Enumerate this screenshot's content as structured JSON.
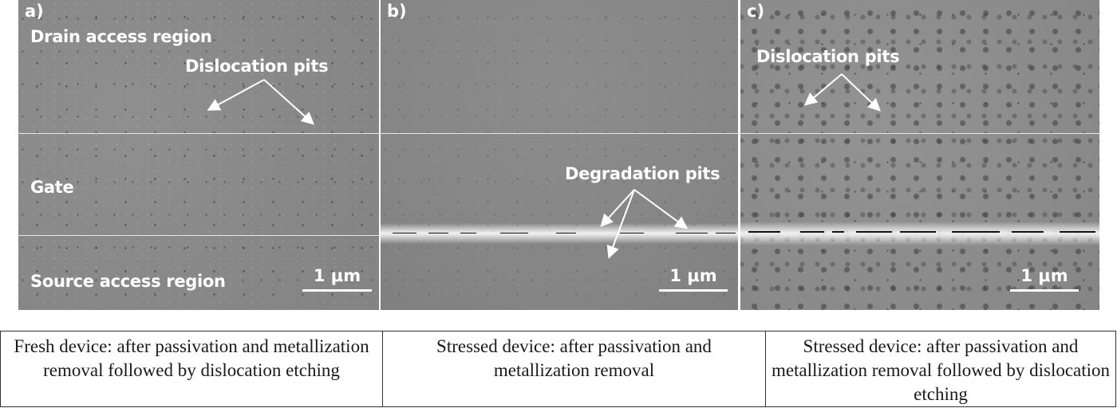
{
  "figure": {
    "panels": [
      {
        "id": "a",
        "letter": "a)",
        "region_labels": {
          "drain": "Drain access region",
          "gate": "Gate",
          "source": "Source access region"
        },
        "annotation": "Dislocation pits",
        "scale_bar": "1 μm"
      },
      {
        "id": "b",
        "letter": "b)",
        "annotation": "Degradation pits",
        "scale_bar": "1 μm"
      },
      {
        "id": "c",
        "letter": "c)",
        "annotation": "Dislocation pits",
        "scale_bar": "1 μm"
      }
    ],
    "captions": [
      "Fresh device:  after passivation and metallization removal followed by dislocation etching",
      "Stressed device: after passivation and metallization removal",
      "Stressed device: after passivation and metallization removal followed by dislocation etching"
    ],
    "colors": {
      "sem_gray": "#888888",
      "label_white": "#ffffff",
      "table_border": "#333333",
      "caption_text": "#1a1a1a"
    }
  }
}
